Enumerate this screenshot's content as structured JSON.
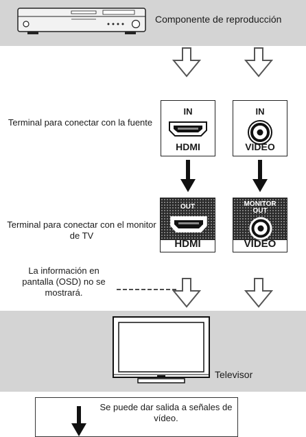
{
  "source": {
    "label": "Componente de reproducción"
  },
  "input_terminal": {
    "label": "Terminal para conectar con la fuente",
    "hdmi": {
      "top": "IN",
      "bottom": "HDMI"
    },
    "video": {
      "top": "IN",
      "bottom": "VIDEO"
    }
  },
  "output_terminal": {
    "label": "Terminal para conectar con el monitor de TV",
    "hdmi": {
      "top": "OUT",
      "bottom": "HDMI"
    },
    "video": {
      "top_line1": "MONITOR",
      "top_line2": "OUT",
      "bottom": "VIDEO"
    }
  },
  "osd_note": "La información en pantalla (OSD) no se mostrará.",
  "tv": {
    "label": "Televisor"
  },
  "legend": {
    "text": "Se puede dar salida a señales de vídeo."
  }
}
